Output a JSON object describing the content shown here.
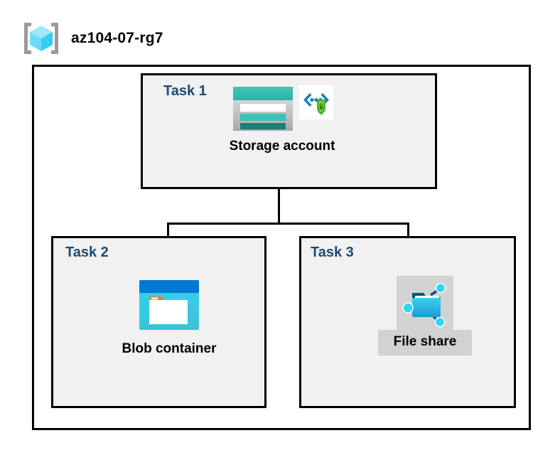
{
  "diagram": {
    "type": "azure-architecture",
    "resource_group": {
      "icon": "resource-group-cube-icon",
      "name": "az104-07-rg7"
    },
    "tasks": [
      {
        "id": "task-1",
        "label": "Task 1",
        "node": {
          "caption": "Storage account",
          "icons": [
            "storage-account-icon",
            "secure-endpoint-shield-icon"
          ]
        }
      },
      {
        "id": "task-2",
        "label": "Task 2",
        "node": {
          "caption": "Blob container",
          "icons": [
            "blob-container-icon"
          ]
        }
      },
      {
        "id": "task-3",
        "label": "Task 3",
        "node": {
          "caption": "File share",
          "icons": [
            "file-share-folder-icon"
          ],
          "highlighted": true
        }
      }
    ],
    "connections": [
      {
        "from": "Storage account",
        "to": "Blob container"
      },
      {
        "from": "Storage account",
        "to": "File share"
      }
    ],
    "colors": {
      "task_label": "#1b4a75",
      "box_fill": "#f1f1f1",
      "box_border": "#000000",
      "canvas": "#ffffff",
      "highlight": "#d2d2d2",
      "storage_teal": "#37b8ac",
      "storage_teal_dark": "#1f7d74",
      "blob_blue": "#0078d4",
      "blob_cyan": "#32d0f0",
      "blob_orange": "#f58220",
      "fileshare_blue": "#32bde8",
      "node_cyan": "#32d4f5",
      "shield_green": "#4caf2a",
      "cube_cyan": "#5ad8f5",
      "bracket_gray": "#9a9a9a"
    }
  }
}
